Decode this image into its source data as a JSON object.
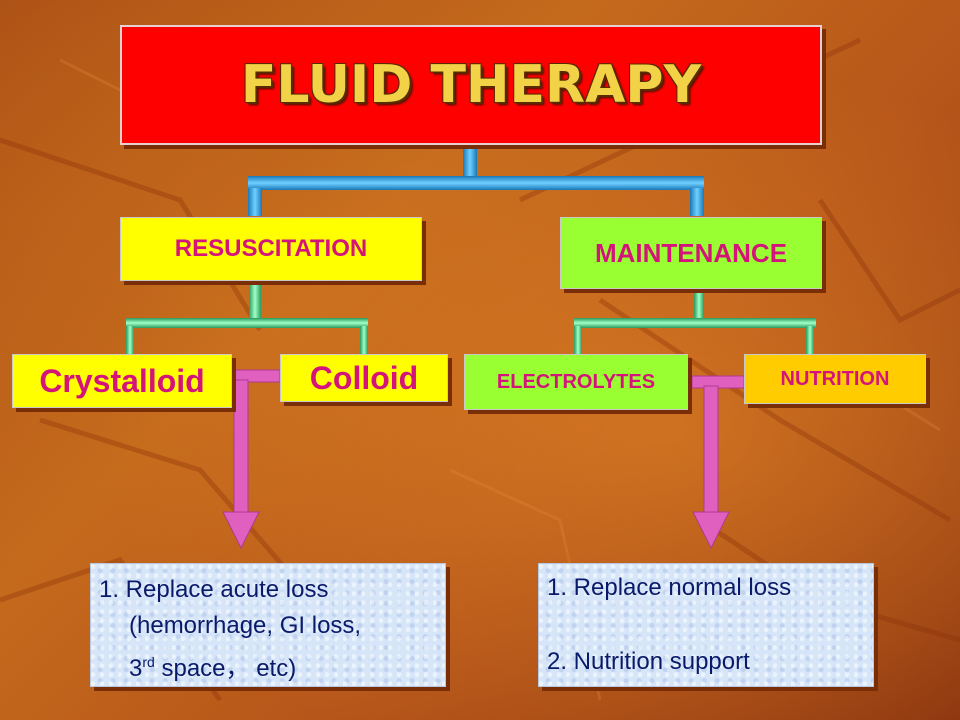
{
  "title": "FLUID THERAPY",
  "level1": {
    "left": "RESUSCITATION",
    "right": "MAINTENANCE"
  },
  "level2": {
    "crystalloid": "Crystalloid",
    "colloid": "Colloid",
    "electrolytes": "ELECTROLYTES",
    "nutrition": "NUTRITION"
  },
  "left_info": {
    "line1": "1. Replace acute loss",
    "line2": "(hemorrhage, GI loss,",
    "line3_prefix": "3",
    "line3_sup": "rd",
    "line3_rest": " space， etc)"
  },
  "right_info": {
    "line1": "1. Replace normal loss",
    "line2": "2. Nutrition support"
  },
  "colors": {
    "title_bg": "#ff0000",
    "title_text": "#f2d246",
    "label_text": "#d4147a",
    "info_text": "#0a1a6a",
    "connector_blue": "#2a9ad8",
    "connector_green": "#55cc88",
    "arrow_pink": "#e060c0"
  }
}
